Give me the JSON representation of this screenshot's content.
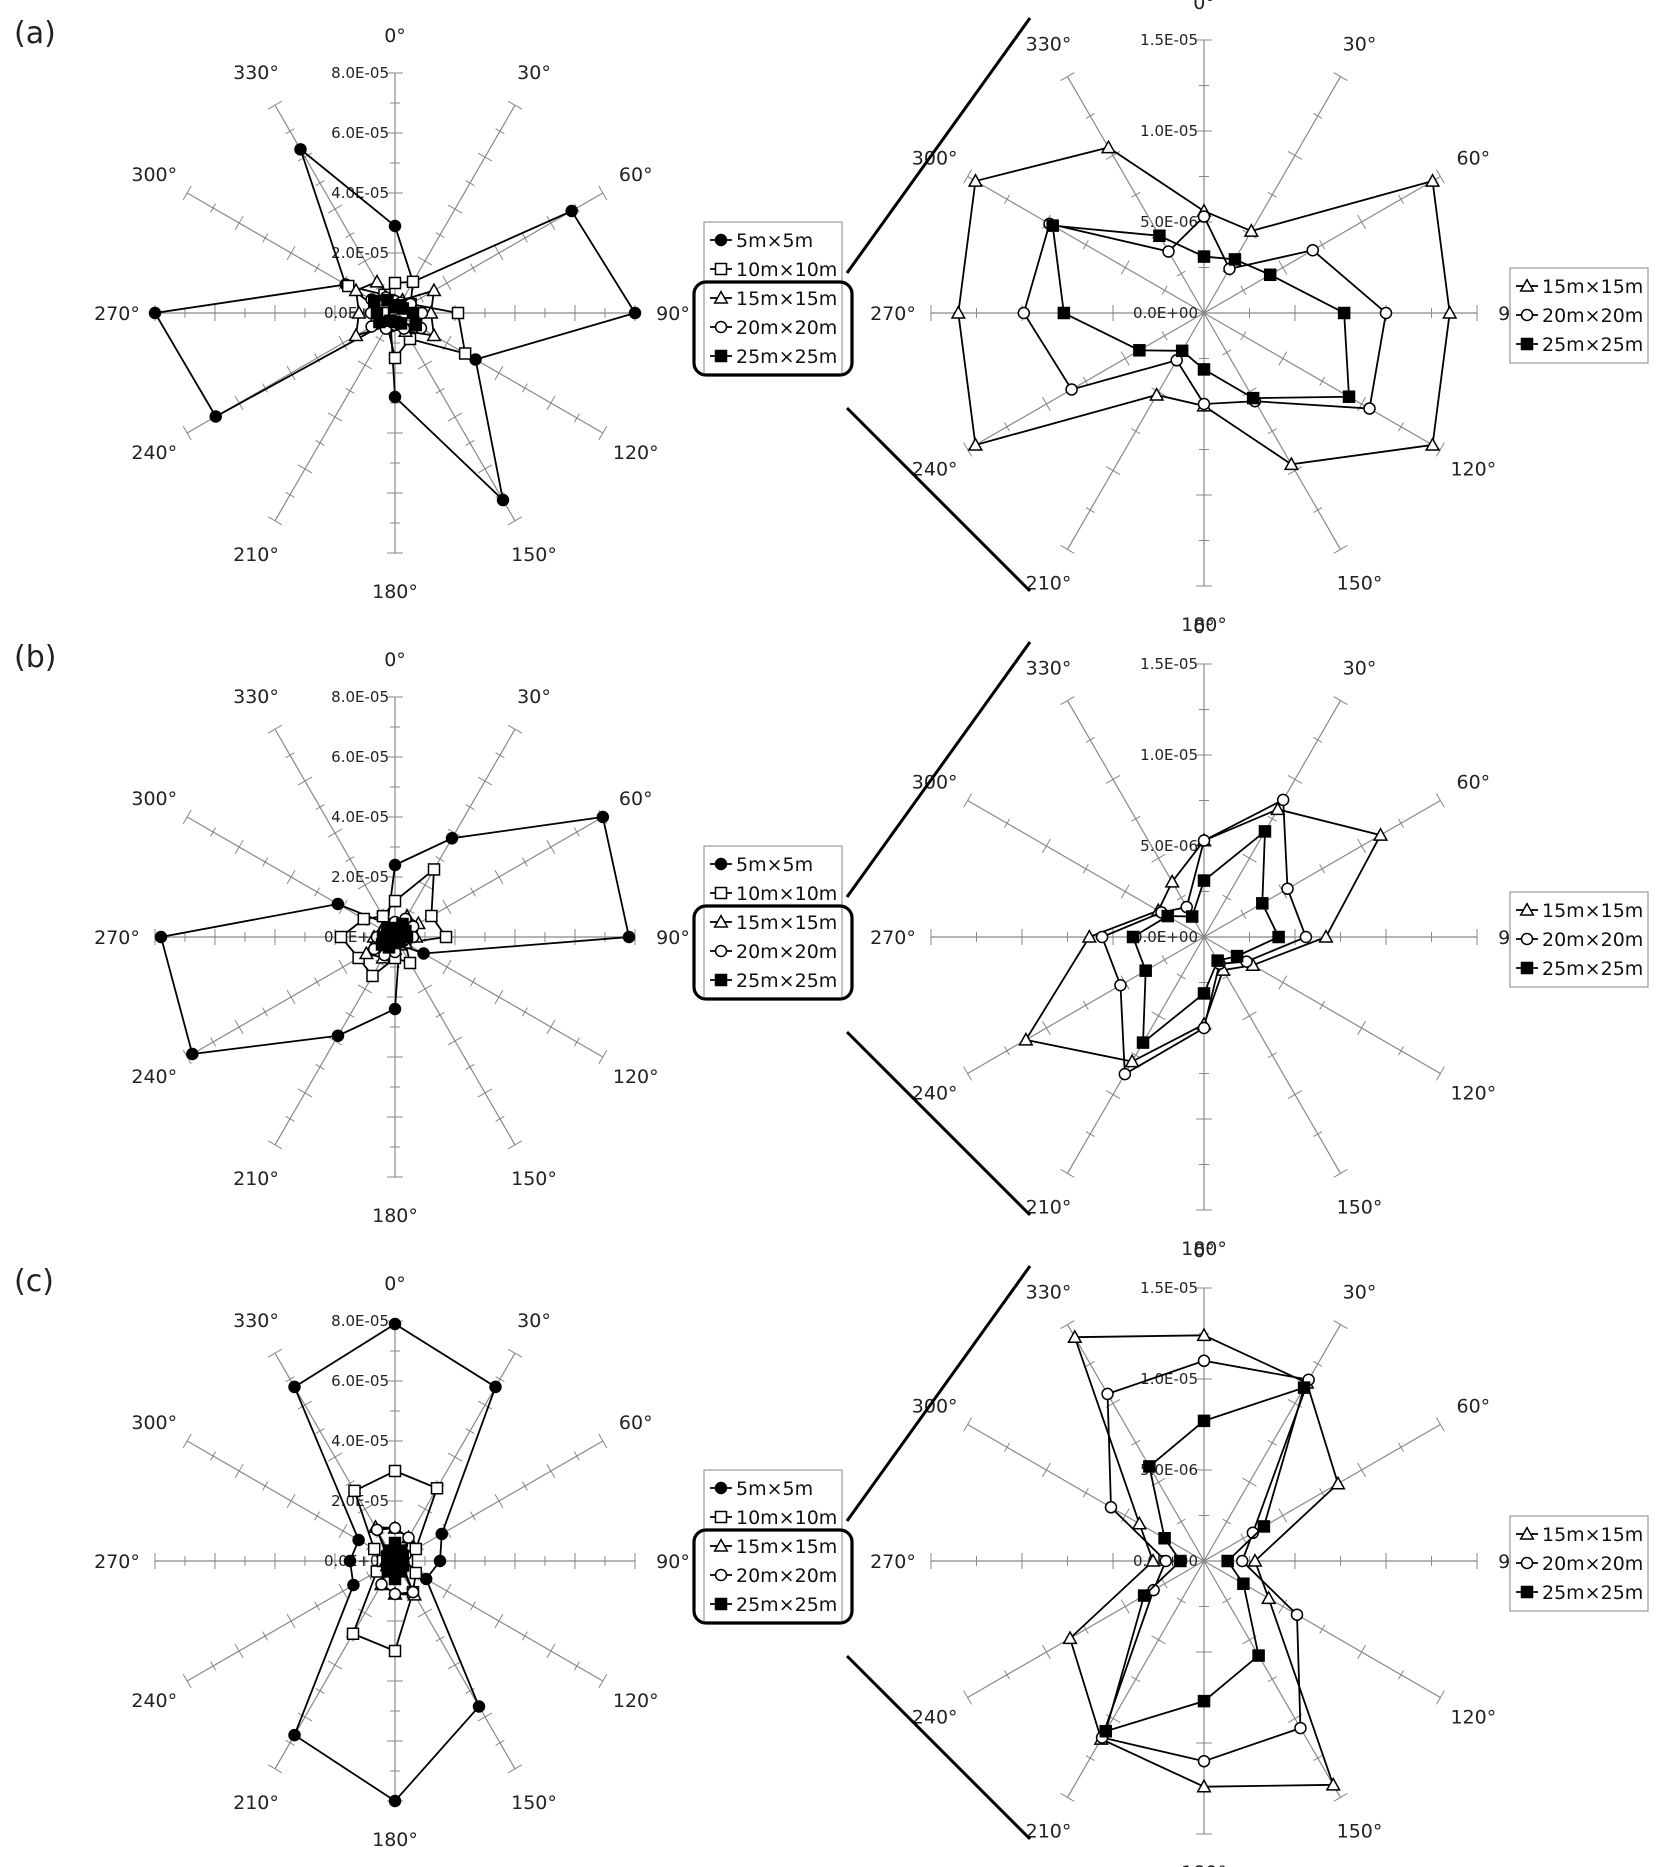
{
  "panel_labels": [
    "(a)",
    "(b)",
    "(c)"
  ],
  "angle_labels": [
    "0°",
    "30°",
    "60°",
    "90°",
    "120°",
    "150°",
    "180°",
    "210°",
    "240°",
    "270°",
    "300°",
    "330°"
  ],
  "legend_full": [
    "5m×5m",
    "10m×10m",
    "15m×15m",
    "20m×20m",
    "25m×25m"
  ],
  "legend_zoom": [
    "15m×15m",
    "20m×20m",
    "25m×25m"
  ],
  "series_markers": {
    "5m×5m": "filled-circle",
    "10m×10m": "open-square",
    "15m×15m": "open-triangle",
    "20m×20m": "open-circle",
    "25m×25m": "filled-square"
  },
  "colors": {
    "line": "#000000",
    "axis": "#888888"
  },
  "chart_data": [
    {
      "type": "radar",
      "panel": "(a)",
      "view": "full",
      "angles": [
        0,
        30,
        60,
        90,
        120,
        150,
        180,
        210,
        240,
        270,
        300,
        330
      ],
      "r_ticks": [
        "0.0E+00",
        "2.0E-05",
        "4.0E-05",
        "6.0E-05",
        "8.0E-05"
      ],
      "rlim": [
        0,
        8e-05
      ],
      "series": [
        {
          "name": "5m×5m",
          "values": [
            2.9e-05,
            1.2e-05,
            6.8e-05,
            8e-05,
            3.1e-05,
            7.2e-05,
            2.8e-05,
            3e-06,
            6.9e-05,
            8e-05,
            1.9e-05,
            6.3e-05
          ]
        },
        {
          "name": "10m×10m",
          "values": [
            1e-05,
            1.2e-05,
            6e-06,
            2.1e-05,
            2.7e-05,
            1e-05,
            1.5e-05,
            5e-06,
            4e-06,
            4e-06,
            1.8e-05,
            7e-06
          ]
        },
        {
          "name": "15m×15m",
          "values": [
            4e-06,
            5e-06,
            1.5e-05,
            1.2e-05,
            1.5e-05,
            7e-06,
            4e-06,
            5e-06,
            1.5e-05,
            1.2e-05,
            1.5e-05,
            1.2e-05
          ]
        },
        {
          "name": "20m×20m",
          "values": [
            4e-06,
            4e-06,
            6e-06,
            9e-06,
            1e-05,
            6e-06,
            4e-06,
            6e-06,
            9e-06,
            8e-06,
            9e-06,
            6e-06
          ]
        },
        {
          "name": "25m×25m",
          "values": [
            2e-06,
            3e-06,
            3e-06,
            6e-06,
            8e-06,
            4e-06,
            3e-06,
            3e-06,
            6e-06,
            6e-06,
            8e-06,
            5e-06
          ]
        }
      ]
    },
    {
      "type": "radar",
      "panel": "(a)",
      "view": "zoom",
      "angles": [
        0,
        30,
        60,
        90,
        120,
        150,
        180,
        210,
        240,
        270,
        300,
        330
      ],
      "r_ticks": [
        "0.0E+00",
        "5.0E-06",
        "1.0E-05",
        "1.5E-05"
      ],
      "rlim": [
        0,
        1.5e-05
      ],
      "series": [
        {
          "name": "15m×15m",
          "values": [
            5.6e-06,
            5.2e-06,
            1.45e-05,
            1.35e-05,
            1.45e-05,
            9.6e-06,
            5.1e-06,
            5.2e-06,
            1.45e-05,
            1.35e-05,
            1.45e-05,
            1.05e-05
          ]
        },
        {
          "name": "20m×20m",
          "values": [
            5.3e-06,
            2.8e-06,
            6.9e-06,
            1e-05,
            1.05e-05,
            5.6e-06,
            5e-06,
            3e-06,
            8.4e-06,
            9.9e-06,
            9.8e-06,
            3.9e-06
          ]
        },
        {
          "name": "25m×25m",
          "values": [
            3.1e-06,
            3.4e-06,
            4.2e-06,
            7.7e-06,
            9.2e-06,
            5.4e-06,
            3.1e-06,
            2.4e-06,
            4.1e-06,
            7.7e-06,
            9.6e-06,
            4.9e-06
          ]
        }
      ]
    },
    {
      "type": "radar",
      "panel": "(b)",
      "view": "full",
      "angles": [
        0,
        30,
        60,
        90,
        120,
        150,
        180,
        210,
        240,
        270,
        300,
        330
      ],
      "r_ticks": [
        "0.0E+00",
        "2.0E-05",
        "4.0E-05",
        "6.0E-05",
        "8.0E-05"
      ],
      "rlim": [
        0,
        8e-05
      ],
      "series": [
        {
          "name": "5m×5m",
          "values": [
            2.4e-05,
            3.8e-05,
            8e-05,
            7.8e-05,
            1.1e-05,
            3e-06,
            2.4e-05,
            3.8e-05,
            7.8e-05,
            7.8e-05,
            2.2e-05,
            5e-06
          ]
        },
        {
          "name": "10m×10m",
          "values": [
            1.2e-05,
            2.6e-05,
            1.4e-05,
            1.7e-05,
            4e-06,
            1e-05,
            7e-06,
            1.5e-05,
            1.4e-05,
            1.8e-05,
            1.2e-05,
            8e-06
          ]
        },
        {
          "name": "15m×15m",
          "values": [
            4e-06,
            8e-06,
            9e-06,
            7e-06,
            4e-06,
            3e-06,
            4e-06,
            8e-06,
            1.1e-05,
            7e-06,
            5e-06,
            2e-06
          ]
        },
        {
          "name": "20m×20m",
          "values": [
            5e-06,
            7e-06,
            7e-06,
            6e-06,
            3e-06,
            2e-06,
            5e-06,
            7e-06,
            8e-06,
            6e-06,
            4e-06,
            2e-06
          ]
        },
        {
          "name": "25m×25m",
          "values": [
            3e-06,
            5e-06,
            4e-06,
            4e-06,
            2e-06,
            2e-06,
            2e-06,
            4e-06,
            5e-06,
            4e-06,
            3e-06,
            2e-06
          ]
        }
      ]
    },
    {
      "type": "radar",
      "panel": "(b)",
      "view": "zoom",
      "angles": [
        0,
        30,
        60,
        90,
        120,
        150,
        180,
        210,
        240,
        270,
        300,
        330
      ],
      "r_ticks": [
        "0.0E+00",
        "5.0E-06",
        "1.0E-05",
        "1.5E-05"
      ],
      "rlim": [
        0,
        1.5e-05
      ],
      "series": [
        {
          "name": "15m×15m",
          "values": [
            5.3e-06,
            8.1e-06,
            1.12e-05,
            6.7e-06,
            3.1e-06,
            2.1e-06,
            4.8e-06,
            7.9e-06,
            1.13e-05,
            6.3e-06,
            2.9e-06,
            3.5e-06
          ]
        },
        {
          "name": "20m×20m",
          "values": [
            5.3e-06,
            8.7e-06,
            5.3e-06,
            5.6e-06,
            2.7e-06,
            1.7e-06,
            5e-06,
            8.7e-06,
            5.3e-06,
            5.6e-06,
            2.7e-06,
            1.9e-06
          ]
        },
        {
          "name": "25m×25m",
          "values": [
            3.1e-06,
            6.7e-06,
            3.7e-06,
            4.1e-06,
            2.1e-06,
            1.5e-06,
            3.1e-06,
            6.7e-06,
            3.7e-06,
            3.9e-06,
            2.3e-06,
            1.3e-06
          ]
        }
      ]
    },
    {
      "type": "radar",
      "panel": "(c)",
      "view": "full",
      "angles": [
        0,
        30,
        60,
        90,
        120,
        150,
        180,
        210,
        240,
        270,
        300,
        330
      ],
      "r_ticks": [
        "0.0E+00",
        "2.0E-05",
        "4.0E-05",
        "6.0E-05",
        "8.0E-05"
      ],
      "rlim": [
        0,
        8e-05
      ],
      "series": [
        {
          "name": "5m×5m",
          "values": [
            7.9e-05,
            6.7e-05,
            1.8e-05,
            1.5e-05,
            1.2e-05,
            5.6e-05,
            8e-05,
            6.7e-05,
            1.6e-05,
            1.5e-05,
            1.4e-05,
            6.7e-05
          ]
        },
        {
          "name": "10m×10m",
          "values": [
            3e-05,
            2.8e-05,
            8e-06,
            4e-06,
            8e-06,
            1.2e-05,
            3e-05,
            2.8e-05,
            7e-06,
            4e-06,
            8e-06,
            2.7e-05
          ]
        },
        {
          "name": "15m×15m",
          "values": [
            1.1e-05,
            9e-06,
            3e-06,
            3e-06,
            2e-06,
            1.3e-05,
            1.1e-05,
            9e-06,
            3e-06,
            3e-06,
            2e-06,
            1.3e-05
          ]
        },
        {
          "name": "20m×20m",
          "values": [
            1.1e-05,
            9e-06,
            4e-06,
            2e-06,
            3e-06,
            1.2e-05,
            1.1e-05,
            9e-06,
            3e-06,
            2e-06,
            3e-06,
            1.2e-05
          ]
        },
        {
          "name": "25m×25m",
          "values": [
            6e-06,
            4e-06,
            3e-06,
            2e-06,
            3e-06,
            4e-06,
            6e-06,
            4e-06,
            3e-06,
            2e-06,
            3e-06,
            4e-06
          ]
        }
      ]
    },
    {
      "type": "radar",
      "panel": "(c)",
      "view": "zoom",
      "angles": [
        0,
        30,
        60,
        90,
        120,
        150,
        180,
        210,
        240,
        270,
        300,
        330
      ],
      "r_ticks": [
        "0.0E+00",
        "5.0E-06",
        "1.0E-05",
        "1.5E-05"
      ],
      "rlim": [
        0,
        1.5e-05
      ],
      "series": [
        {
          "name": "15m×15m",
          "values": [
            1.24e-05,
            1.13e-05,
            8.5e-06,
            2.8e-06,
            4.1e-06,
            1.42e-05,
            1.24e-05,
            1.13e-05,
            8.5e-06,
            2.8e-06,
            4.1e-06,
            1.42e-05
          ]
        },
        {
          "name": "20m×20m",
          "values": [
            1.1e-05,
            1.15e-05,
            3.1e-06,
            2.1e-06,
            5.9e-06,
            1.06e-05,
            1.1e-05,
            1.12e-05,
            3.2e-06,
            2.1e-06,
            5.9e-06,
            1.06e-05
          ]
        },
        {
          "name": "25m×25m",
          "values": [
            7.7e-06,
            1.1e-05,
            3.8e-06,
            1.3e-06,
            2.5e-06,
            6e-06,
            7.7e-06,
            1.08e-05,
            3.8e-06,
            1.3e-06,
            2.5e-06,
            6e-06
          ]
        }
      ]
    }
  ]
}
